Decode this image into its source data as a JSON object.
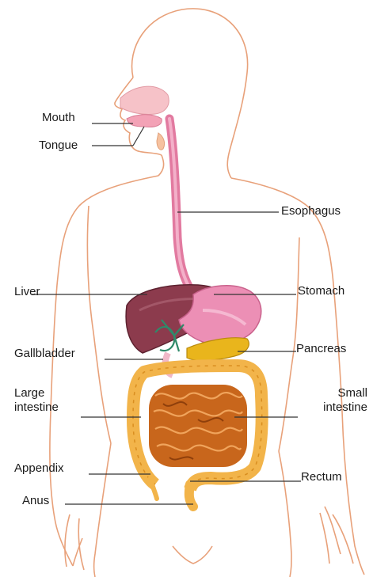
{
  "labels": {
    "mouth": "Mouth",
    "tongue": "Tongue",
    "esophagus": "Esophagus",
    "liver": "Liver",
    "stomach": "Stomach",
    "gallbladder": "Gallbladder",
    "pancreas": "Pancreas",
    "large_intestine": "Large\nintestine",
    "small_intestine": "Small\nintestine",
    "appendix": "Appendix",
    "rectum": "Rectum",
    "anus": "Anus"
  },
  "colors": {
    "body_outline": "#e8a17a",
    "esophagus": "#e27aa0",
    "liver": "#8c3b4d",
    "stomach": "#ec8fb5",
    "pancreas": "#e9b51c",
    "gallbladder": "#2f8a6a",
    "large_intestine": "#f2b44a",
    "small_intestine": "#c8661c",
    "leader_line": "#333333"
  }
}
